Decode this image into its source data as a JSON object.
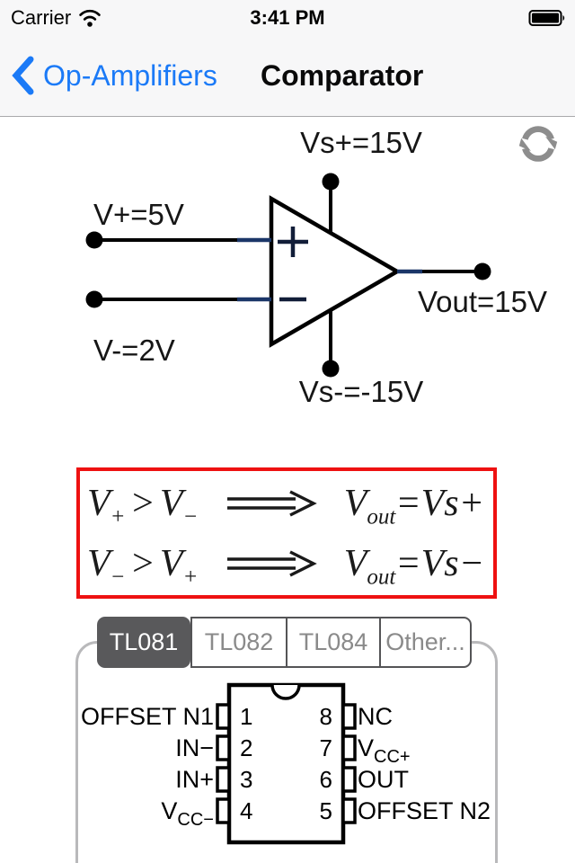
{
  "status_bar": {
    "carrier": "Carrier",
    "time": "3:41 PM"
  },
  "nav_bar": {
    "back_label": "Op-Amplifiers",
    "title": "Comparator"
  },
  "circuit": {
    "supply_pos_label": "Vs+=15V",
    "supply_neg_label": "Vs-=-15V",
    "input_pos_label": "V+=5V",
    "input_neg_label": "V-=2V",
    "output_label": "Vout=15V"
  },
  "formula": {
    "row1": {
      "l1": "V",
      "l1s": "+",
      "cmp": ">",
      "l2": "V",
      "l2s": "−",
      "r1": "V",
      "r1s": "out",
      "eq": "=",
      "rhs": "Vs+"
    },
    "row2": {
      "l1": "V",
      "l1s": "−",
      "cmp": ">",
      "l2": "V",
      "l2s": "+",
      "r1": "V",
      "r1s": "out",
      "eq": "=",
      "rhs": "Vs−"
    }
  },
  "tabs": {
    "items": [
      {
        "label": "TL081",
        "selected": true
      },
      {
        "label": "TL082",
        "selected": false
      },
      {
        "label": "TL084",
        "selected": false
      },
      {
        "label": "Other...",
        "selected": false
      }
    ]
  },
  "pinout": {
    "left": [
      {
        "num": "1",
        "label": "OFFSET N1",
        "sub": ""
      },
      {
        "num": "2",
        "label": "IN−",
        "sub": ""
      },
      {
        "num": "3",
        "label": "IN+",
        "sub": ""
      },
      {
        "num": "4",
        "label": "V",
        "sub": "CC−"
      }
    ],
    "right": [
      {
        "num": "8",
        "label": "NC",
        "sub": ""
      },
      {
        "num": "7",
        "label": "V",
        "sub": "CC+"
      },
      {
        "num": "6",
        "label": "OUT",
        "sub": ""
      },
      {
        "num": "5",
        "label": "OFFSET N2",
        "sub": ""
      }
    ]
  },
  "colors": {
    "accent_blue": "#1b7af7",
    "header_bg": "#f7f7f8",
    "hairline": "#a9a9ab",
    "formula_border_red": "#ee1111",
    "tab_selected_bg": "#59595b",
    "tab_border": "#545456",
    "tab_inactive_text": "#8a8a8a",
    "panel_border": "#b9b9bb",
    "refresh_icon_gray": "#8d8d8d",
    "wire_black": "#000000",
    "terminal_stub_navy": "#1b3668"
  }
}
